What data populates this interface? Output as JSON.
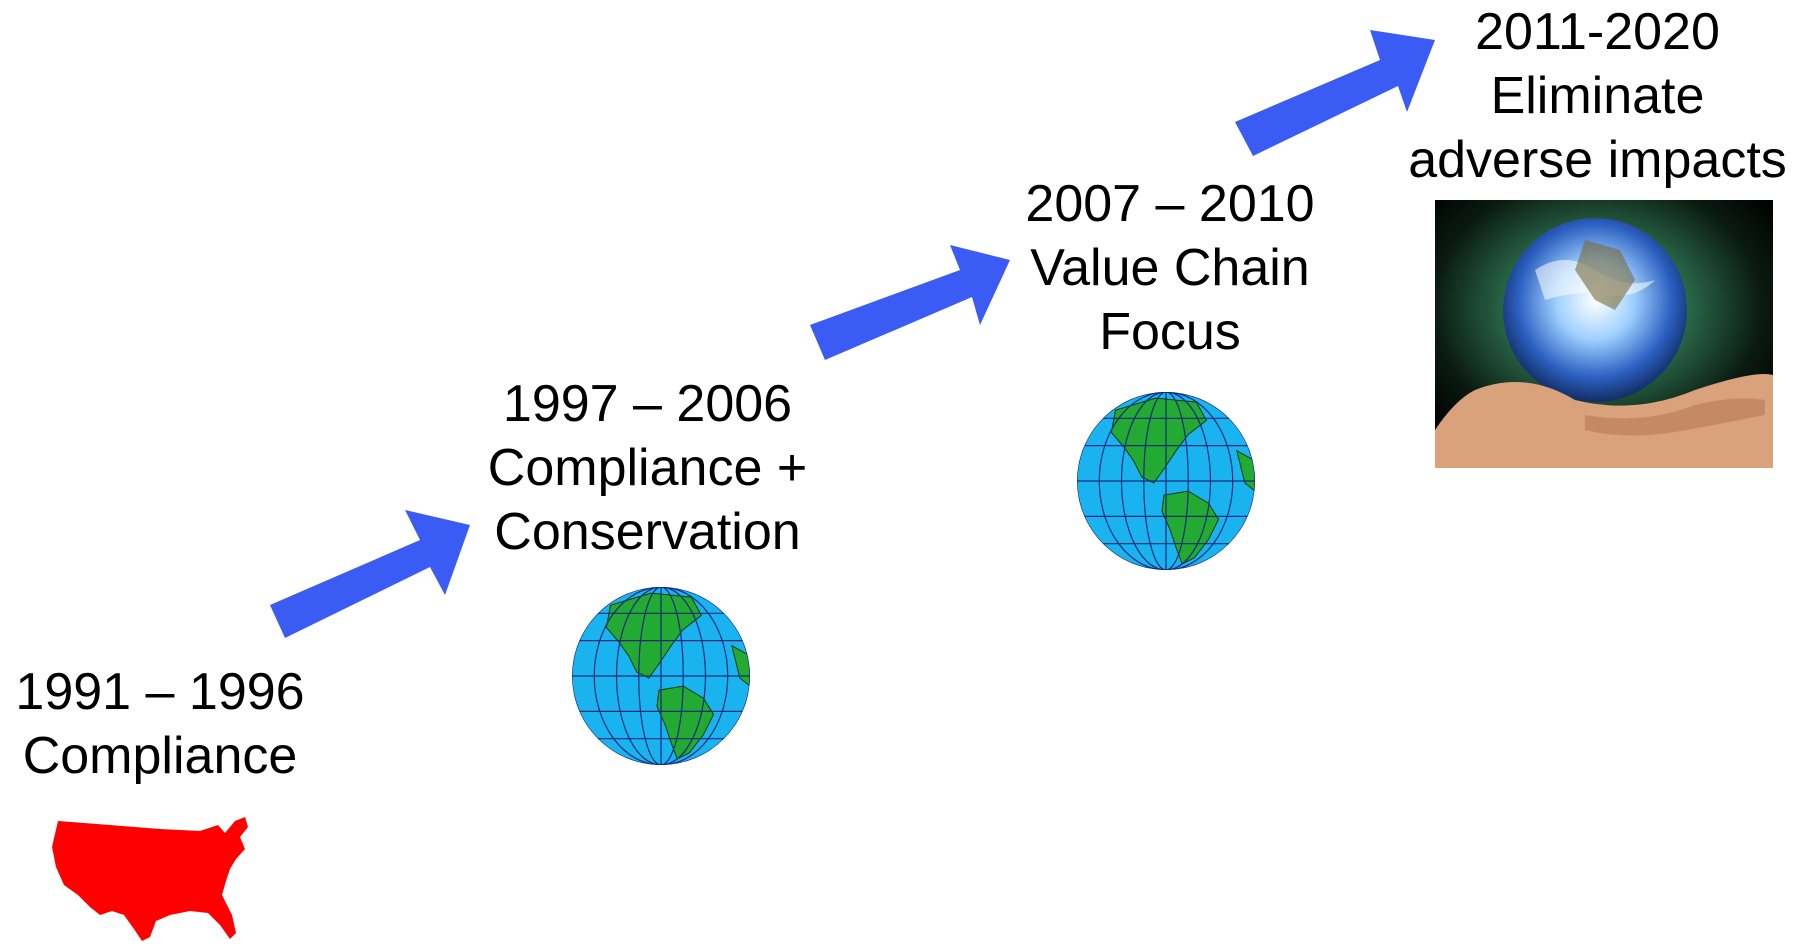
{
  "stages": [
    {
      "period": "1991 – 1996",
      "lines": [
        "Compliance"
      ],
      "icon": "us-map-icon"
    },
    {
      "period": "1997 – 2006",
      "lines": [
        "Compliance +",
        "Conservation"
      ],
      "icon": "globe-icon"
    },
    {
      "period": "2007 – 2010",
      "lines": [
        "Value Chain",
        "Focus"
      ],
      "icon": "globe-icon"
    },
    {
      "period": "2011-2020",
      "lines": [
        "Eliminate",
        "adverse impacts"
      ],
      "icon": "earth-in-hands-photo"
    }
  ],
  "colors": {
    "arrow": "#3B5BF5",
    "us_map": "#FF0000",
    "ocean": "#19B4F0",
    "land": "#22AA33",
    "grid": "#1a2a7a"
  }
}
